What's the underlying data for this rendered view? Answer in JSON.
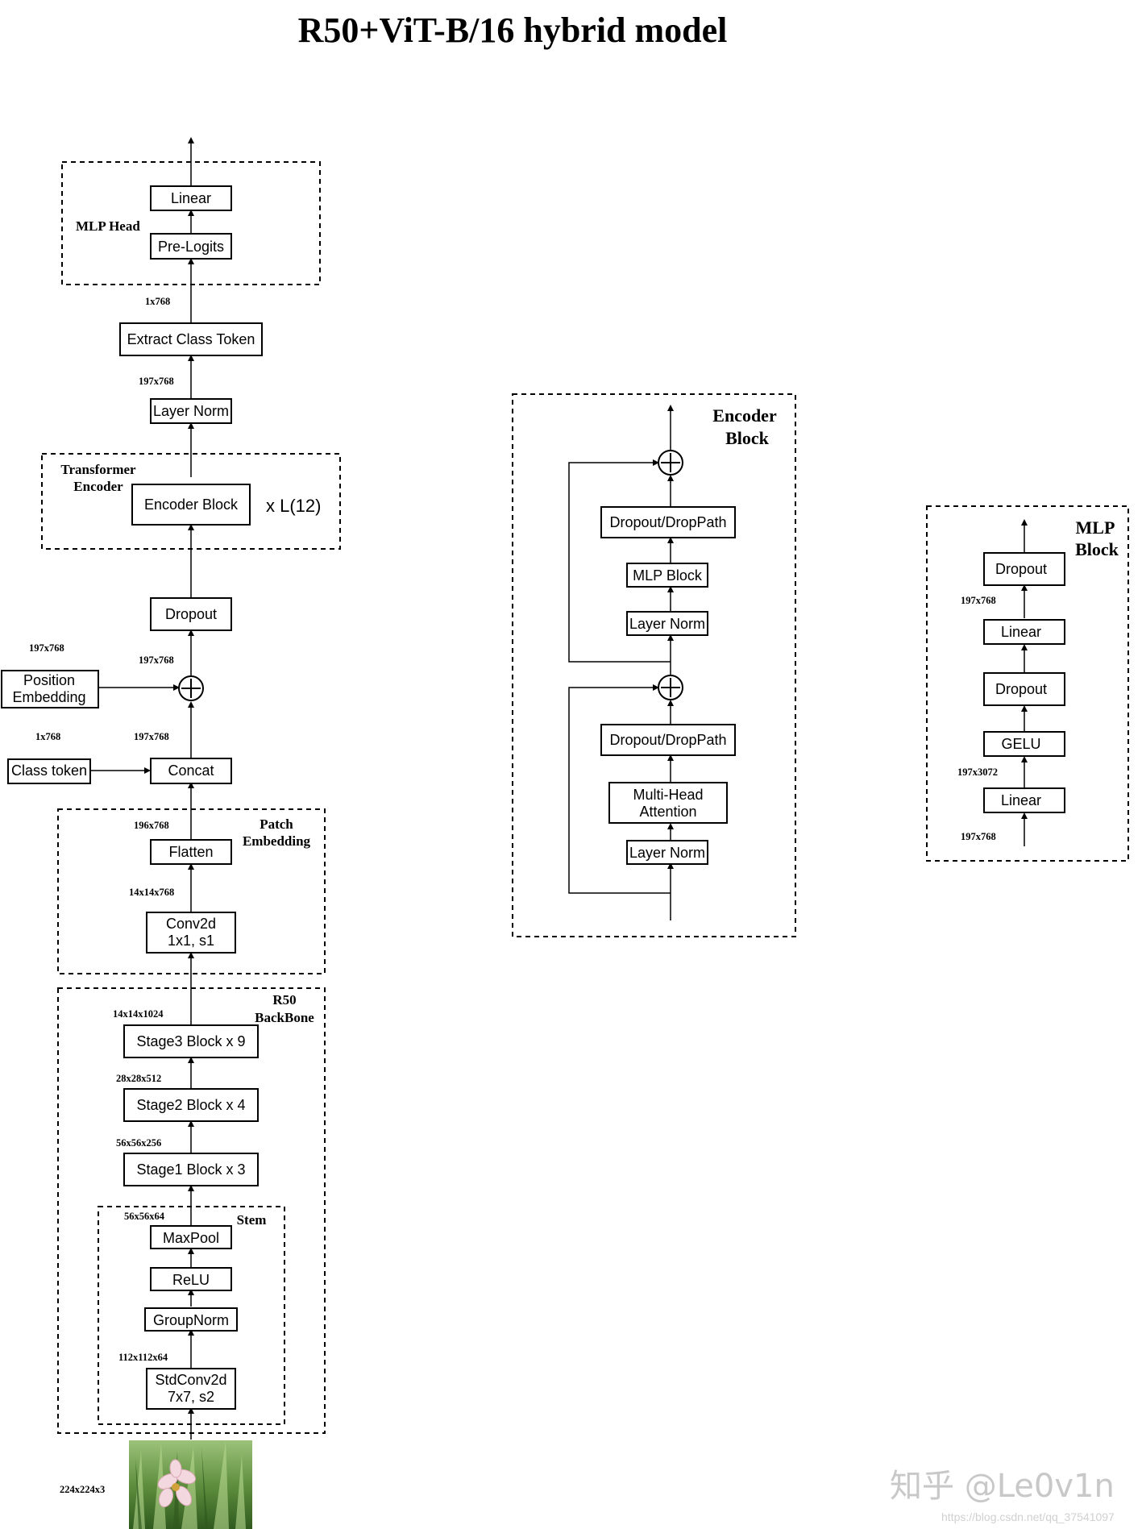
{
  "title": "R50+ViT-B/16 hybrid model",
  "main": {
    "mlp_head_label": "MLP Head",
    "linear": "Linear",
    "pre_logits": "Pre-Logits",
    "dim_1x768": "1x768",
    "extract_class_token": "Extract Class Token",
    "dim_197x768_a": "197x768",
    "layer_norm": "Layer Norm",
    "transformer_encoder_label": [
      "Transformer",
      "Encoder"
    ],
    "encoder_block": "Encoder Block",
    "repeat": "x L(12)",
    "dropout": "Dropout",
    "dim_197x768_b": "197x768",
    "dim_197x768_pos": "197x768",
    "position_embedding": [
      "Position",
      "Embedding"
    ],
    "dim_1x768_cls": "1x768",
    "dim_197x768_c": "197x768",
    "class_token": "Class token",
    "concat": "Concat",
    "patch_embedding_label": [
      "Patch",
      "Embedding"
    ],
    "dim_196x768": "196x768",
    "flatten": "Flatten",
    "dim_14x14x768": "14x14x768",
    "conv2d": [
      "Conv2d",
      "1x1, s1"
    ],
    "r50_label": [
      "R50",
      "BackBone"
    ],
    "dim_14x14x1024": "14x14x1024",
    "stage3": "Stage3 Block x 9",
    "dim_28x28x512": "28x28x512",
    "stage2": "Stage2 Block x 4",
    "dim_56x56x256": "56x56x256",
    "stage1": "Stage1 Block x 3",
    "stem_label": "Stem",
    "dim_56x56x64": "56x56x64",
    "maxpool": "MaxPool",
    "relu": "ReLU",
    "groupnorm": "GroupNorm",
    "dim_112x112x64": "112x112x64",
    "stdconv2d": [
      "StdConv2d",
      "7x7, s2"
    ],
    "dim_224x224x3": "224x224x3"
  },
  "encoder_block": {
    "label": [
      "Encoder",
      "Block"
    ],
    "dropout_droppath": "Dropout/DropPath",
    "mlp_block": "MLP Block",
    "layer_norm": "Layer Norm",
    "multi_head_attention": [
      "Multi-Head",
      "Attention"
    ]
  },
  "mlp_block": {
    "label": [
      "MLP",
      "Block"
    ],
    "dropout": "Dropout",
    "dim_197x768_a": "197x768",
    "linear": "Linear",
    "gelu": "GELU",
    "dim_197x3072": "197x3072",
    "dim_197x768_b": "197x768"
  },
  "watermark": "知乎 @Le0v1n",
  "watermark_url": "https://blog.csdn.net/qq_37541097",
  "colors": {
    "line": "#000000",
    "watermark": "#c8c8c8",
    "grass_dark": "#3f6b2a",
    "grass_light": "#8fb86a",
    "flower": "#f3d9df"
  }
}
